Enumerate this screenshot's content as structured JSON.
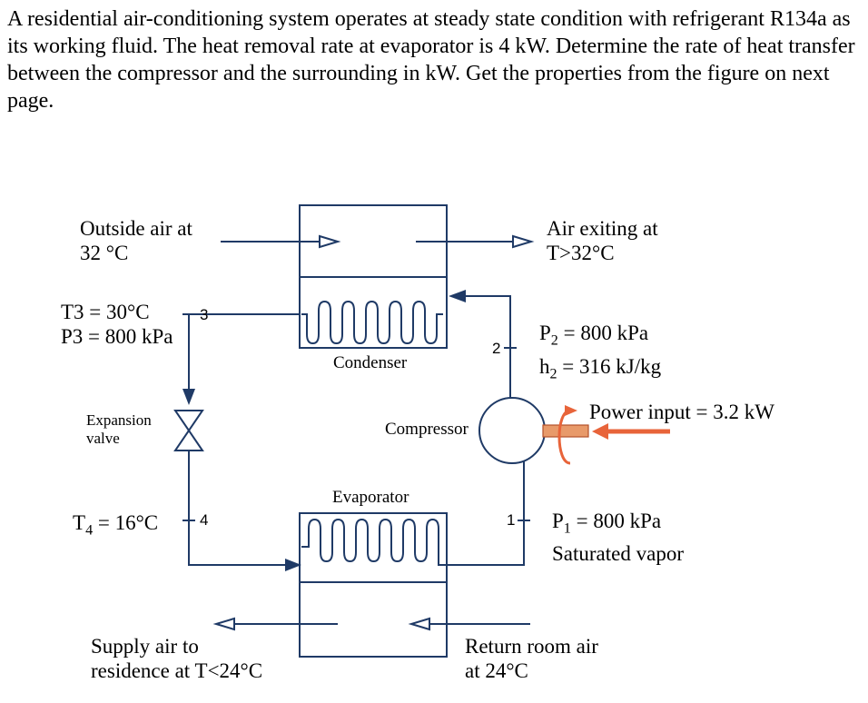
{
  "problem_text": "A residential air-conditioning system operates at steady state condition with refrigerant R134a as its working fluid. The heat removal rate at evaporator is 4 kW. Determine the rate of heat transfer between the compressor and the surrounding in kW. Get the properties from the figure on next page.",
  "labels": {
    "outside_air_line1": "Outside air at",
    "outside_air_line2": "32 °C",
    "air_exit_line1": "Air exiting at",
    "air_exit_line2": "T>32°C",
    "t3": "T3 = 30°C",
    "p3": "P3 = 800 kPa",
    "expansion_line1": "Expansion",
    "expansion_line2": "valve",
    "condenser": "Condenser",
    "compressor": "Compressor",
    "evaporator": "Evaporator",
    "p2_sym": "P",
    "p2_sub": "2",
    "p2_val": " = 800 kPa",
    "h2_sym": "h",
    "h2_sub": "2",
    "h2_val": " = 316 kJ/kg",
    "power_input": "Power input = 3.2 kW",
    "t4_sym": "T",
    "t4_sub": "4",
    "t4_val": " = 16°C",
    "p1_sym": "P",
    "p1_sub": "1",
    "p1_val": " = 800 kPa",
    "saturated_vapor": "Saturated vapor",
    "supply_air_line1": "Supply air to",
    "supply_air_line2": "residence at T<24°C",
    "return_air_line1": "Return room air",
    "return_air_line2": "at 24°C"
  },
  "states": {
    "s1": "1",
    "s2": "2",
    "s3": "3",
    "s4": "4"
  },
  "colors": {
    "pipe": "#1f3a66",
    "power_arrow": "#e8643a",
    "shaft": "#e89a6a"
  }
}
